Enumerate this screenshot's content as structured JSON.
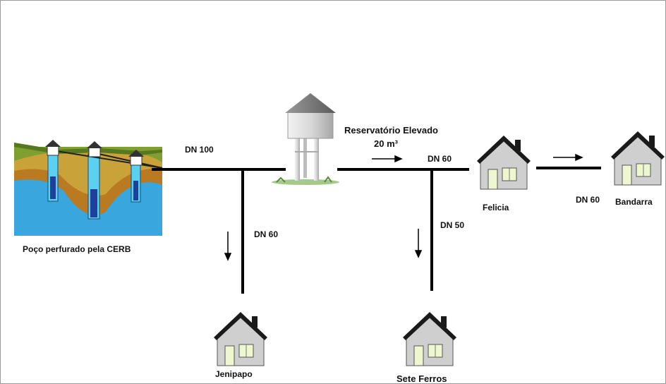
{
  "labels": {
    "well": "Poço perfurado pela CERB",
    "reservoir_line1": "Reservatório Elevado",
    "reservoir_line2": "20 m³",
    "pipe_main_left": "DN 100",
    "pipe_main_right": "DN 60",
    "pipe_to_jenipapo": "DN 60",
    "pipe_to_sete_ferros": "DN 50",
    "pipe_to_bandarra": "DN 60"
  },
  "nodes": {
    "felicia": "Felicia",
    "bandarra": "Bandarra",
    "jenipapo": "Jenipapo",
    "sete_ferros": "Sete Ferros"
  },
  "colors": {
    "pipe": "#000000",
    "house_wall": "#cfcfcf",
    "house_roof_edge": "#1a1a1a",
    "house_window": "#eef7cf",
    "soil_top": "#7a9a2a",
    "soil_mid": "#b5771f",
    "water": "#2e9fdc",
    "tank": "#d8d8d8"
  }
}
